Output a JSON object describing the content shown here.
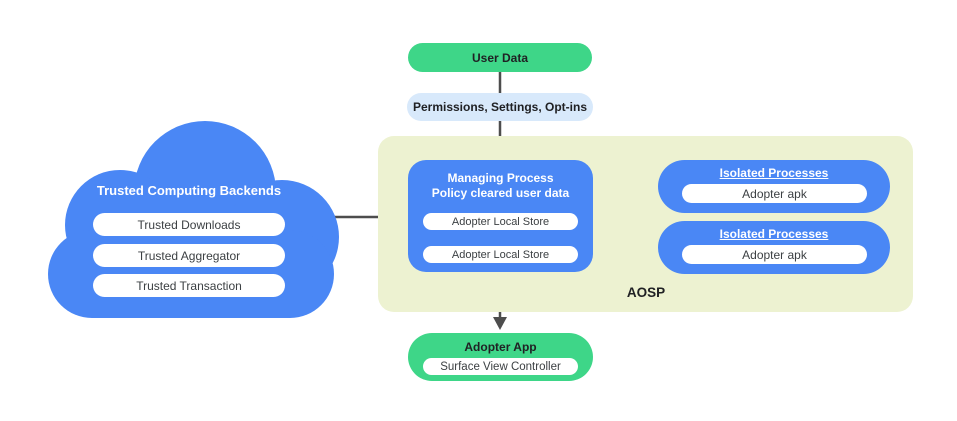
{
  "colors": {
    "blue": "#4a87f5",
    "green": "#3ed688",
    "light-blue": "#d8e9fb",
    "pale": "#edf2d1",
    "line": "#4d4d4d",
    "ink": "#202124",
    "white": "#ffffff"
  },
  "nodes": {
    "user_data": {
      "label": "User Data"
    },
    "permissions": {
      "label": "Permissions,  Settings, Opt-ins"
    },
    "cloud": {
      "title": "Trusted Computing Backends",
      "items": [
        "Trusted Downloads",
        "Trusted Aggregator",
        "Trusted Transaction"
      ]
    },
    "aosp": {
      "label": "AOSP"
    },
    "managing_process": {
      "title_line1": "Managing Process",
      "title_line2": "Policy cleared user data",
      "stores": [
        "Adopter Local Store",
        "Adopter Local Store"
      ]
    },
    "isolated_processes": [
      {
        "title": "Isolated Processes",
        "item": "Adopter apk"
      },
      {
        "title": "Isolated Processes",
        "item": "Adopter apk"
      }
    ],
    "adopter_app": {
      "title": "Adopter App",
      "item": "Surface View Controller"
    }
  }
}
